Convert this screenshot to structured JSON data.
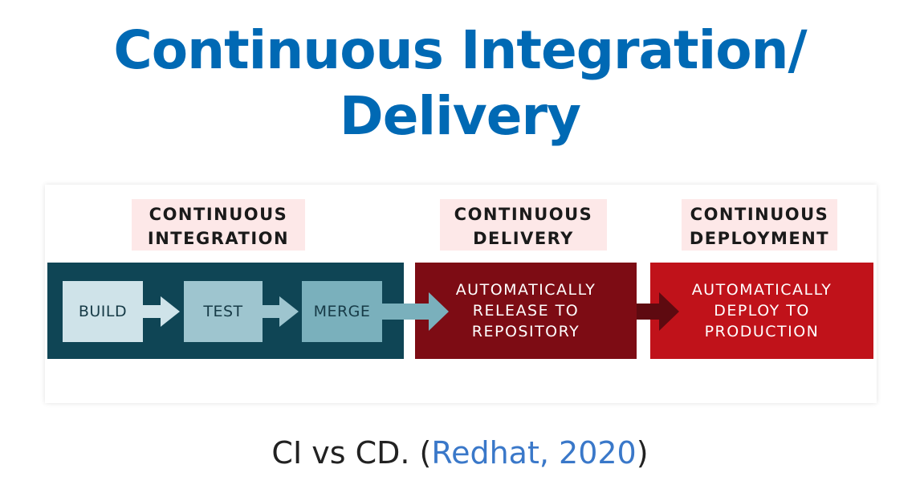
{
  "title": {
    "line1": "Continuous Integration/",
    "line2": "Delivery"
  },
  "diagram": {
    "headings": {
      "ci": {
        "line1": "CONTINUOUS",
        "line2": "INTEGRATION"
      },
      "cd": {
        "line1": "CONTINUOUS",
        "line2": "DELIVERY"
      },
      "deploy": {
        "line1": "CONTINUOUS",
        "line2": "DEPLOYMENT"
      }
    },
    "steps": {
      "build": "BUILD",
      "test": "TEST",
      "merge": "MERGE"
    },
    "delivery_panel": {
      "line1": "AUTOMATICALLY",
      "line2": "RELEASE TO",
      "line3": "REPOSITORY"
    },
    "deployment_panel": {
      "line1": "AUTOMATICALLY",
      "line2": "DEPLOY TO",
      "line3": "PRODUCTION"
    },
    "colors": {
      "ci_panel": "#0f4555",
      "delivery_panel": "#7d0c14",
      "deployment_panel": "#c0121a",
      "heading_highlight": "#fde8e8",
      "title": "#0069b4"
    }
  },
  "caption": {
    "prefix": "CI vs CD. (",
    "link": "Redhat, 2020",
    "suffix": ")"
  }
}
